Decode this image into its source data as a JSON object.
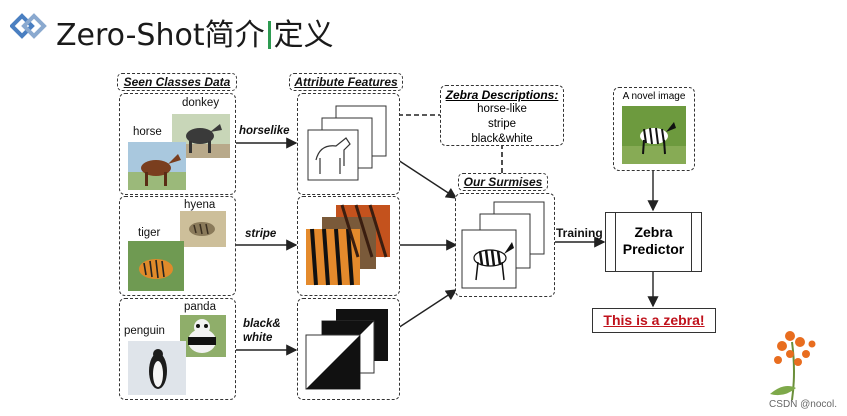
{
  "slide": {
    "title_left": "Zero-Shot简介",
    "title_right": "定义",
    "watermark": "CSDN @nocol."
  },
  "headers": {
    "seen": "Seen Classes Data",
    "attr": "Attribute Features",
    "zebra_desc": "Zebra Descriptions:",
    "surmises": "Our Surmises"
  },
  "seen_classes": {
    "row1": {
      "a": "donkey",
      "b": "horse"
    },
    "row2": {
      "a": "hyena",
      "b": "tiger"
    },
    "row3": {
      "a": "panda",
      "b": "penguin"
    }
  },
  "attributes": {
    "a1": "horselike",
    "a2": "stripe",
    "a3_line1": "black&",
    "a3_line2": "white"
  },
  "zebra_descriptions": [
    "horse-like",
    "stripe",
    "black&white"
  ],
  "novel_image_label": "A novel image",
  "training_label": "Training",
  "predictor": {
    "line1": "Zebra",
    "line2": "Predictor"
  },
  "result": "This is a zebra!",
  "colors": {
    "accent_green": "#2e9b52",
    "result_red": "#c0121c",
    "logo_blue": "#4a7fc1"
  }
}
